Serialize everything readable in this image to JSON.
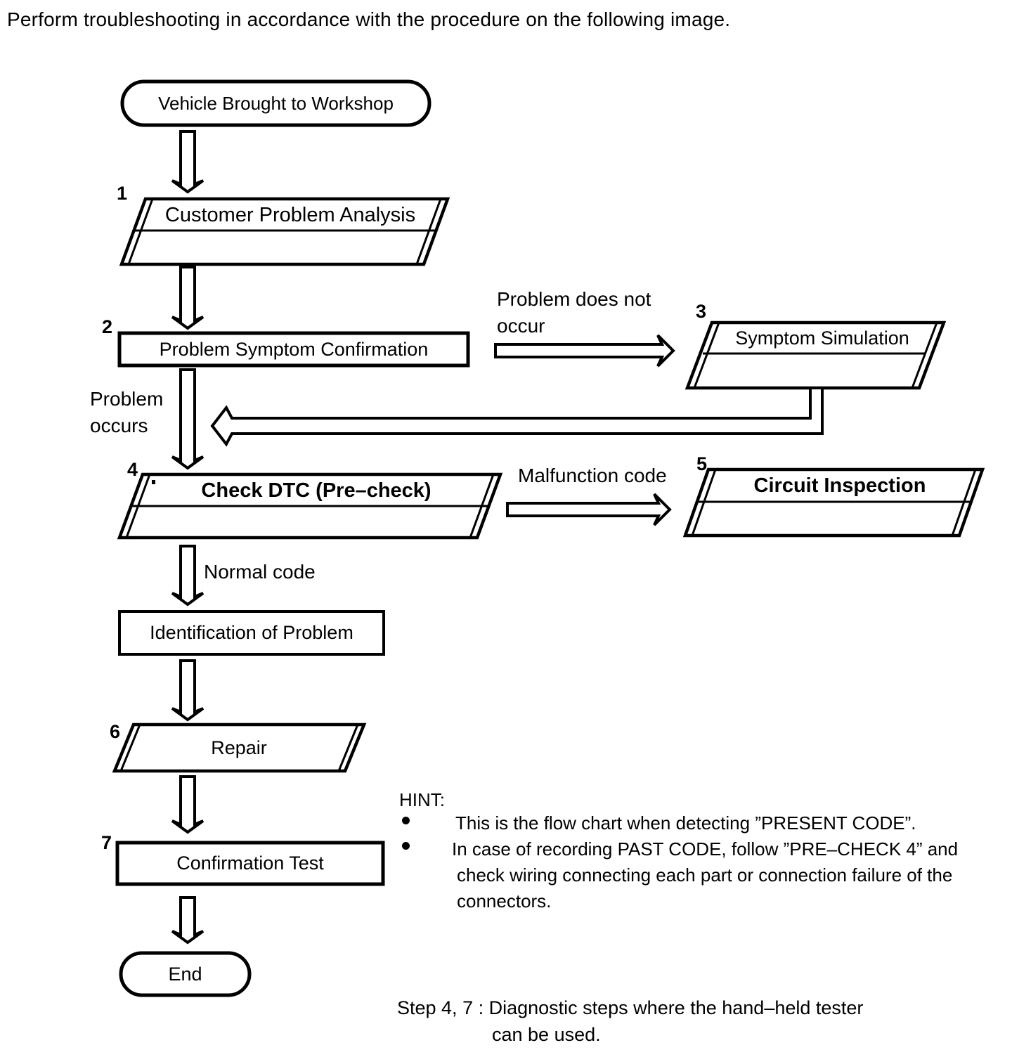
{
  "intro": "Perform troubleshooting in accordance with the procedure on the following image.",
  "flow": {
    "start": "Vehicle Brought to Workshop",
    "step1": {
      "num": "1",
      "label": "Customer Problem Analysis"
    },
    "step2": {
      "num": "2",
      "label": "Problem Symptom Confirmation"
    },
    "step3": {
      "num": "3",
      "label": "Symptom Simulation"
    },
    "step4": {
      "num": "4",
      "label": "Check DTC (Pre–check)"
    },
    "step5": {
      "num": "5",
      "label": "Circuit Inspection"
    },
    "identification": {
      "label": "Identification of Problem"
    },
    "step6": {
      "num": "6",
      "label": "Repair"
    },
    "step7": {
      "num": "7",
      "label": "Confirmation Test"
    },
    "end": "End",
    "labels": {
      "problem_does_not_occur_1": "Problem does not",
      "problem_does_not_occur_2": "occur",
      "problem_occurs_1": "Problem",
      "problem_occurs_2": "occurs",
      "malfunction_code": "Malfunction code",
      "normal_code": "Normal code"
    }
  },
  "hint": {
    "title": "HINT:",
    "item1": "This is the flow chart when detecting ”PRESENT CODE”.",
    "item2_line1": "In case of recording PAST CODE, follow ”PRE–CHECK 4” and",
    "item2_line2": "check wiring connecting each part or connection failure of the",
    "item2_line3": "connectors."
  },
  "footnote": {
    "line1": "Step 4, 7 : Diagnostic steps where the hand–held tester",
    "line2": "can be used."
  },
  "colors": {
    "ink": "#000000",
    "paper": "#ffffff"
  }
}
